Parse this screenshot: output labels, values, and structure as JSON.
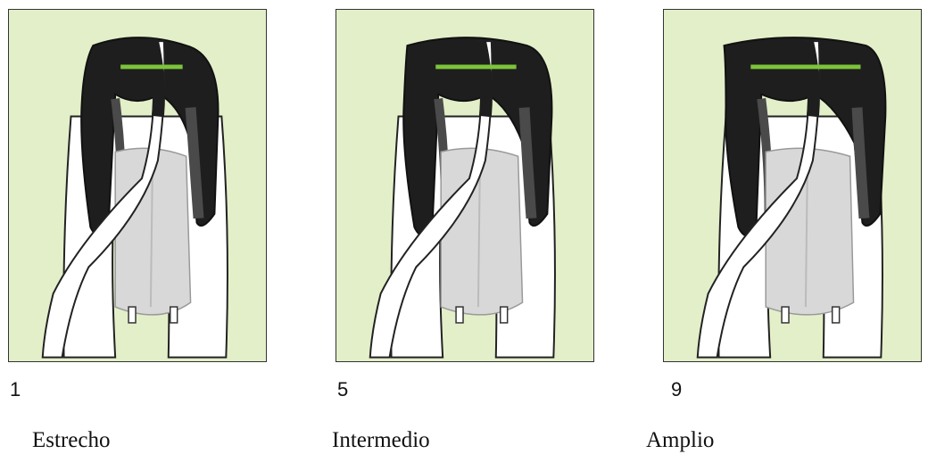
{
  "panels": [
    {
      "score": "1",
      "label": "Estrecho"
    },
    {
      "score": "5",
      "label": "Intermedio"
    },
    {
      "score": "9",
      "label": "Amplio"
    }
  ],
  "colors": {
    "panel_background": "#e3efc9",
    "measure_line": "#7cc43a",
    "coat_black": "#1e1e1e",
    "coat_shadow": "#4a4a4a",
    "udder": "#d8d8d8",
    "white": "#ffffff"
  },
  "icons": [
    "cow-rear-view-illustration",
    "rear-udder-width-bar"
  ]
}
